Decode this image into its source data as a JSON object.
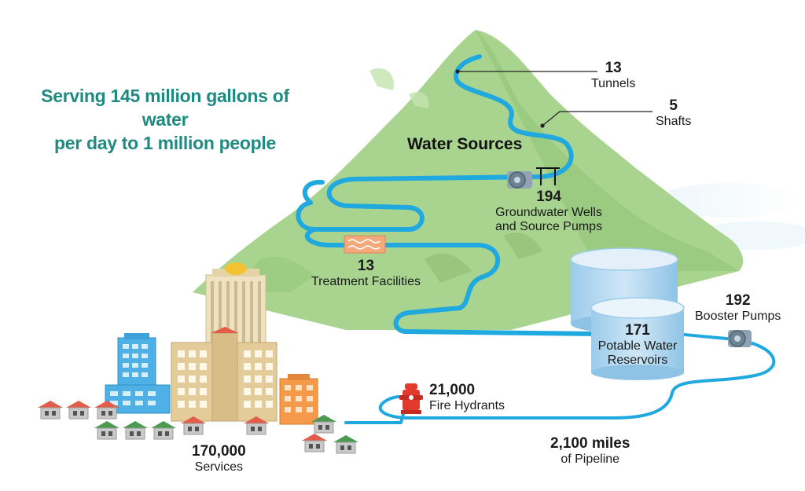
{
  "headline": {
    "line1": "Serving 145 million gallons of water",
    "line2": "per day to 1 million people"
  },
  "water_sources_title": "Water Sources",
  "callouts": {
    "tunnels": {
      "number": "13",
      "label": "Tunnels"
    },
    "shafts": {
      "number": "5",
      "label": "Shafts"
    },
    "wells": {
      "number": "194",
      "label1": "Groundwater Wells",
      "label2": "and Source Pumps"
    },
    "treatment": {
      "number": "13",
      "label": "Treatment Facilities"
    },
    "reservoirs": {
      "number": "171",
      "label1": "Potable Water",
      "label2": "Reservoirs"
    },
    "booster": {
      "number": "192",
      "label": "Booster Pumps"
    },
    "hydrants": {
      "number": "21,000",
      "label": "Fire Hydrants"
    },
    "pipeline": {
      "number": "2,100 miles",
      "label": "of Pipeline"
    },
    "services": {
      "number": "170,000",
      "label": "Services"
    }
  },
  "colors": {
    "mountain": "#a9d48f",
    "mountain_shadow": "#92c47a",
    "pipe": "#1fa9df",
    "headline": "#1f8a80",
    "reservoir": "#b9dbf0",
    "hydrant": "#e23b2e",
    "treatment": "#f5a97a"
  }
}
